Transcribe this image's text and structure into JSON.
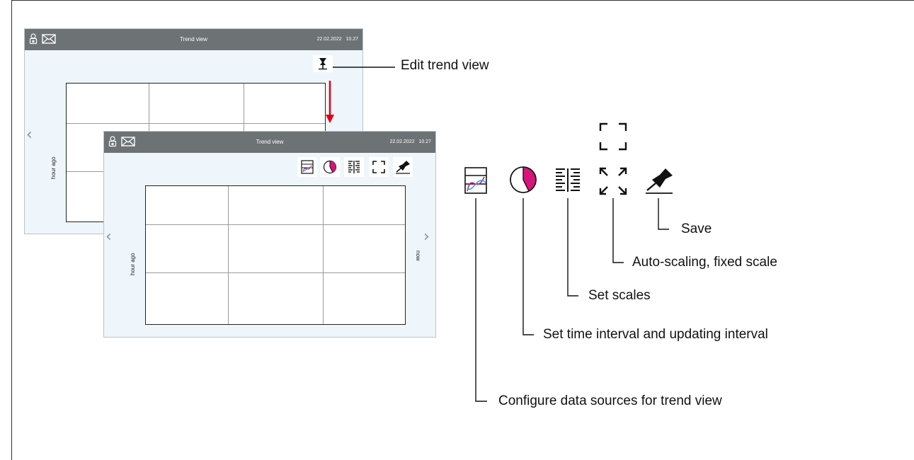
{
  "screen_back": {
    "title": "Trend view",
    "date": "22.02.2022",
    "time": "10.27",
    "y_label_left": "hour ago"
  },
  "screen_front": {
    "title": "Trend view",
    "date": "22.02.2022",
    "time": "10.27",
    "y_label_left": "hour ago",
    "y_label_right": "now"
  },
  "callouts": {
    "edit_trend_view": "Edit trend view",
    "save": "Save",
    "auto_scaling": "Auto-scaling, fixed scale",
    "set_scales": "Set scales",
    "set_time_interval": "Set time interval and updating interval",
    "configure_data_sources": "Configure data sources for trend view"
  },
  "colors": {
    "titlebar": "#6d7275",
    "screen_bg": "#eef6fc",
    "accent_magenta": "#d4157a",
    "arrow_red": "#e3000f"
  },
  "icons": [
    "user-lock-icon",
    "envelope-icon",
    "pin-icon",
    "data-sources-icon",
    "clock-interval-icon",
    "scales-icon",
    "autoscale-icon",
    "save-pin-icon",
    "chevron-left-icon",
    "chevron-right-icon"
  ]
}
